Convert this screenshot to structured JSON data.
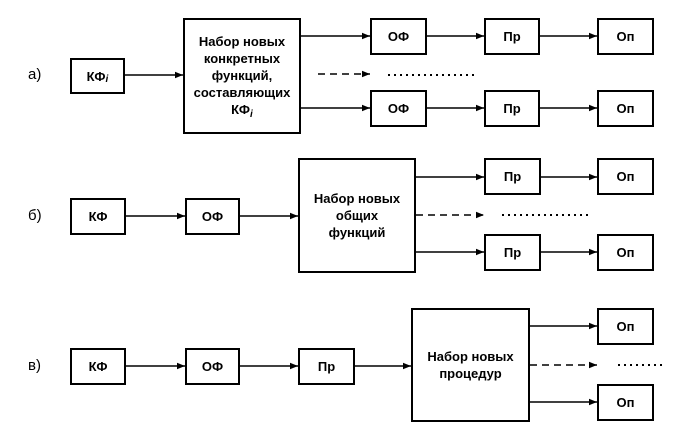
{
  "row_a": {
    "label": "а)",
    "kf": "КФ",
    "kf_sub": "i",
    "set_lines": [
      "Набор новых",
      "конкретных",
      "функций,",
      "составляющих",
      "КФ"
    ],
    "set_sub": "i",
    "of": "ОФ",
    "pr": "Пр",
    "op": "Оп"
  },
  "row_b": {
    "label": "б)",
    "kf": "КФ",
    "of": "ОФ",
    "set_lines": [
      "Набор новых",
      "общих",
      "функций"
    ],
    "pr": "Пр",
    "op": "Оп"
  },
  "row_c": {
    "label": "в)",
    "kf": "КФ",
    "of": "ОФ",
    "pr": "Пр",
    "set_lines": [
      "Набор новых",
      "процедур"
    ],
    "op": "Оп"
  },
  "colors": {
    "stroke": "#000000",
    "background": "#ffffff"
  }
}
